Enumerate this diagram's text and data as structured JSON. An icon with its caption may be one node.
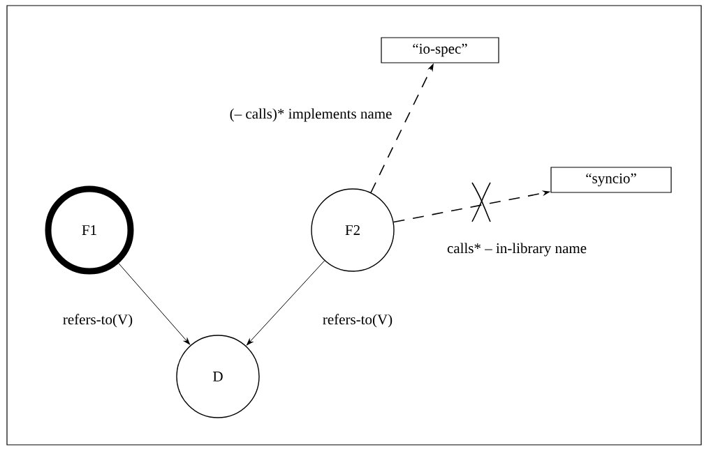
{
  "diagram": {
    "nodes": [
      {
        "text": [
          "F1"
        ]
      },
      {
        "text": [
          "F2"
        ]
      },
      {
        "text": [
          "D"
        ]
      },
      {
        "text": [
          "“io-spec”"
        ]
      },
      {
        "text": [
          "“syncio”"
        ]
      }
    ],
    "edges": [
      {
        "from": 0,
        "to": 2,
        "arrow": "to",
        "label": "refers-to(V)"
      },
      {
        "from": 1,
        "to": 2,
        "arrow": "to",
        "label": "refers-to(V)"
      },
      {
        "from": 1,
        "to": 3,
        "arrow": "to",
        "style": "dashed",
        "label": "(– calls)* implements name"
      },
      {
        "from": 1,
        "to": 4,
        "arrow": "to",
        "style": "dashed",
        "label": "calls* – in-library name"
      }
    ]
  }
}
